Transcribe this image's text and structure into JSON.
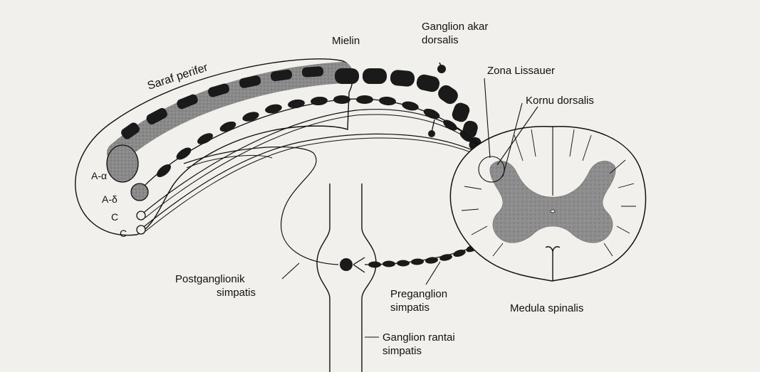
{
  "labels": {
    "saraf_perifer": "Saraf perifer",
    "mielin": "Mielin",
    "ganglion_akar_line1": "Ganglion akar",
    "ganglion_akar_line2": "dorsalis",
    "zona_lissauer": "Zona Lissauer",
    "kornu_dorsalis": "Kornu dorsalis",
    "fiber_a_alpha": "A-α",
    "fiber_a_delta": "A-δ",
    "fiber_c1": "C",
    "fiber_c2": "C",
    "postganglionik_line1": "Postganglionik",
    "postganglionik_line2": "simpatis",
    "preganglion_line1": "Preganglion",
    "preganglion_line2": "simpatis",
    "medula_spinalis": "Medula spinalis",
    "ganglion_rantai_line1": "Ganglion rantai",
    "ganglion_rantai_line2": "simpatis"
  },
  "colors": {
    "background": "#f1f0ec",
    "ink": "#111111",
    "gray_matter": "#8d8d8d",
    "large_fiber": "#8a8a8a"
  }
}
